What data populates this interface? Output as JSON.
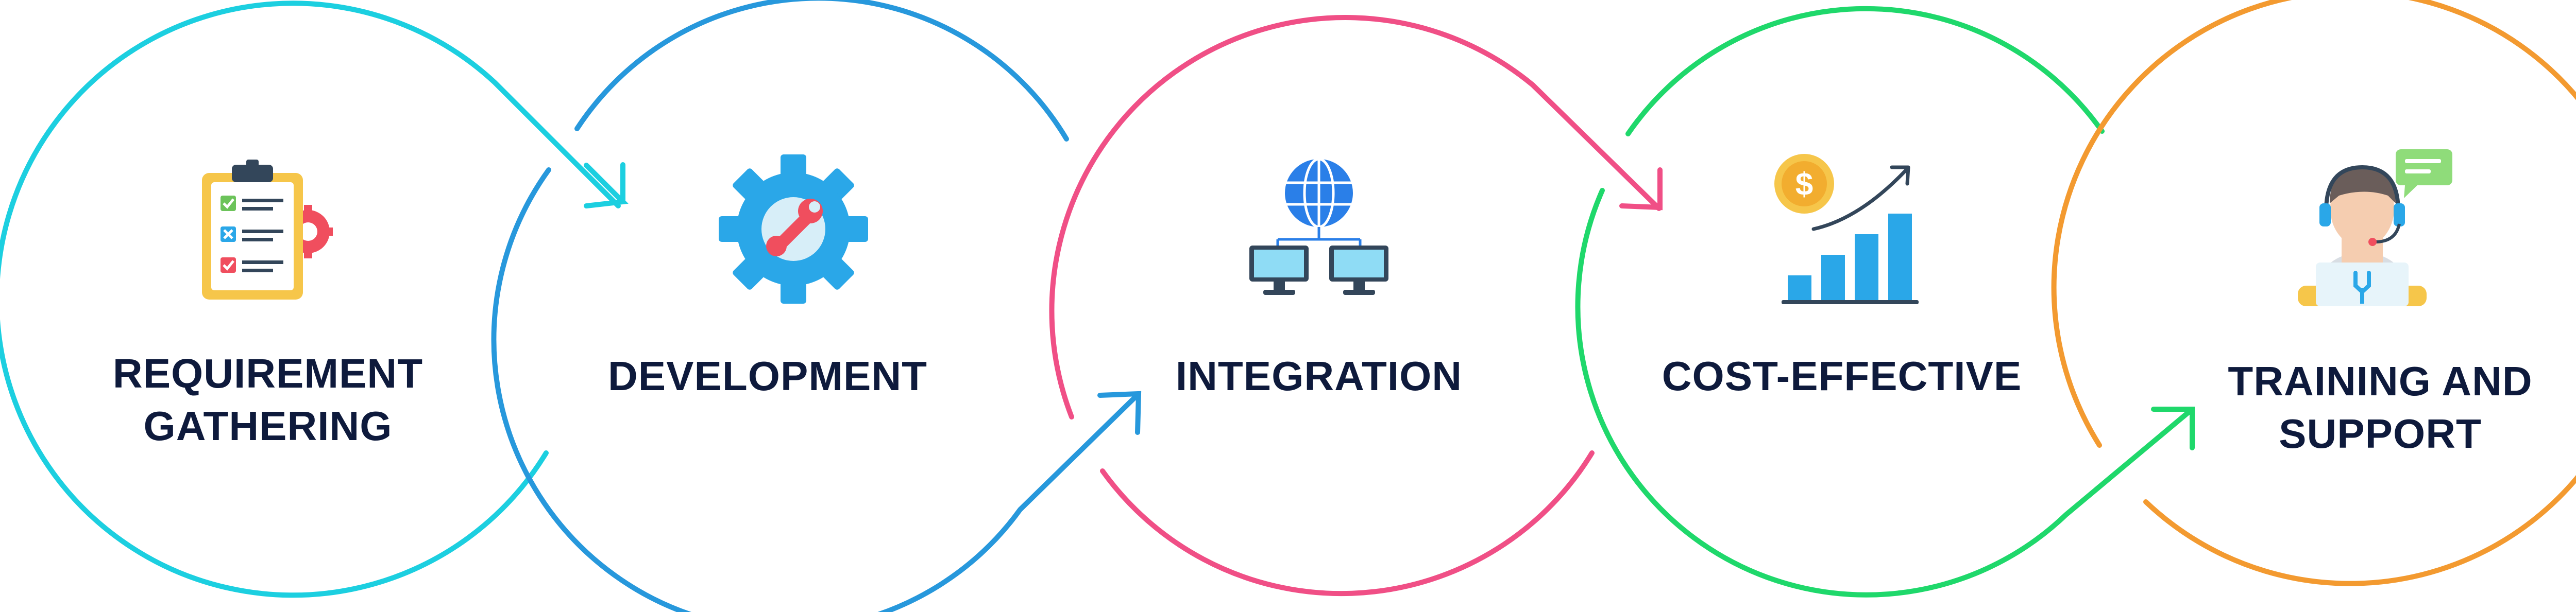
{
  "steps": [
    {
      "label_line1": "REQUIREMENT",
      "label_line2": "GATHERING",
      "icon": "clipboard-gear-icon",
      "color": "#1ccfe0"
    },
    {
      "label_line1": "DEVELOPMENT",
      "label_line2": "",
      "icon": "gear-wrench-icon",
      "color": "#2798dc"
    },
    {
      "label_line1": "INTEGRATION",
      "label_line2": "",
      "icon": "network-globe-icon",
      "color": "#f04f86"
    },
    {
      "label_line1": "COST-EFFECTIVE",
      "label_line2": "",
      "icon": "growth-chart-icon",
      "color": "#1fd86b"
    },
    {
      "label_line1": "TRAINING AND",
      "label_line2": "SUPPORT",
      "icon": "support-agent-icon",
      "color": "#f39a30"
    }
  ],
  "colors": {
    "text": "#0e1a3c",
    "icon_blue": "#2aa7e8",
    "icon_red": "#f04e5e",
    "icon_yellow": "#f6c64a",
    "icon_dark": "#33465a"
  }
}
